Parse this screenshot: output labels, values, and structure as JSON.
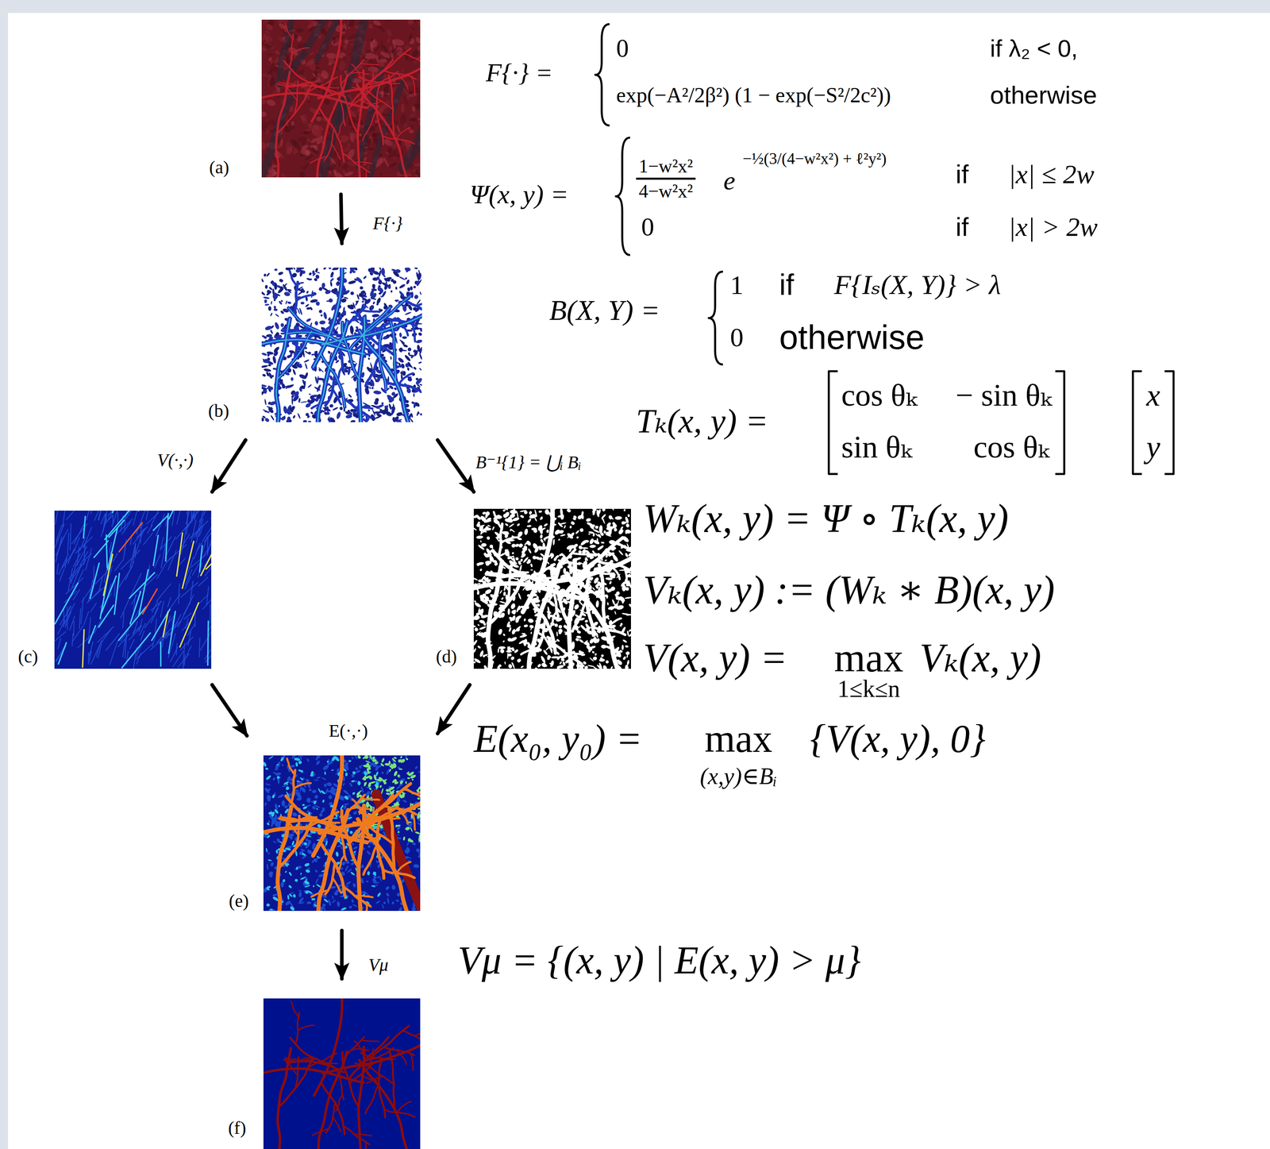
{
  "diagram": {
    "nodes": [
      {
        "text": [
          "(a)"
        ]
      },
      {
        "text": [
          "(b)"
        ]
      },
      {
        "text": [
          "(c)"
        ]
      },
      {
        "text": [
          "(d)"
        ]
      },
      {
        "text": [
          "(e)"
        ]
      },
      {
        "text": [
          "(f)"
        ]
      }
    ],
    "edges": [
      {
        "from": 0,
        "to": 1,
        "arrow": "to",
        "label": "F{·}"
      },
      {
        "from": 1,
        "to": 2,
        "arrow": "to",
        "label": "V(·,·)"
      },
      {
        "from": 1,
        "to": 3,
        "arrow": "to",
        "label": "B⁻¹{1} = ⋃ᵢ Bᵢ"
      },
      {
        "from": 2,
        "to": 4,
        "arrow": "to"
      },
      {
        "from": 3,
        "to": 4,
        "arrow": "to"
      },
      {
        "from": 4,
        "to": 5,
        "arrow": "to",
        "label": "Vμ"
      }
    ],
    "labels": [
      "F{·} =",
      "0",
      "if λ₂ < 0,",
      "exp(−A²/2β²) (1 − exp(−S²/2c²))",
      "otherwise",
      "Ψ(x, y) =",
      "1−w²x²",
      "4−w²x²",
      "e",
      "−½(3/(4−w²x²) + ℓ²y²)",
      "if",
      "|x| ≤ 2w",
      "0",
      "if",
      "|x| > 2w",
      "B(X, Y) =",
      "1",
      "if",
      "F{Iₛ(X, Y)} > λ",
      "0",
      "otherwise",
      "Tₖ(x, y) =",
      "cos θₖ",
      "− sin θₖ",
      "x",
      "sin θₖ",
      "cos θₖ",
      "y",
      "Wₖ(x, y) = Ψ ∘ Tₖ(x, y)",
      "Vₖ(x, y) := (Wₖ ∗ B)(x, y)",
      "V(x, y) =",
      "max",
      "Vₖ(x, y)",
      "1≤k≤n",
      "E(x₀, y₀) =",
      "max",
      "{V(x, y), 0}",
      "(x,y)∈Bᵢ",
      "E(·,·)",
      "Vμ = {(x, y) | E(x, y) > μ}"
    ]
  }
}
